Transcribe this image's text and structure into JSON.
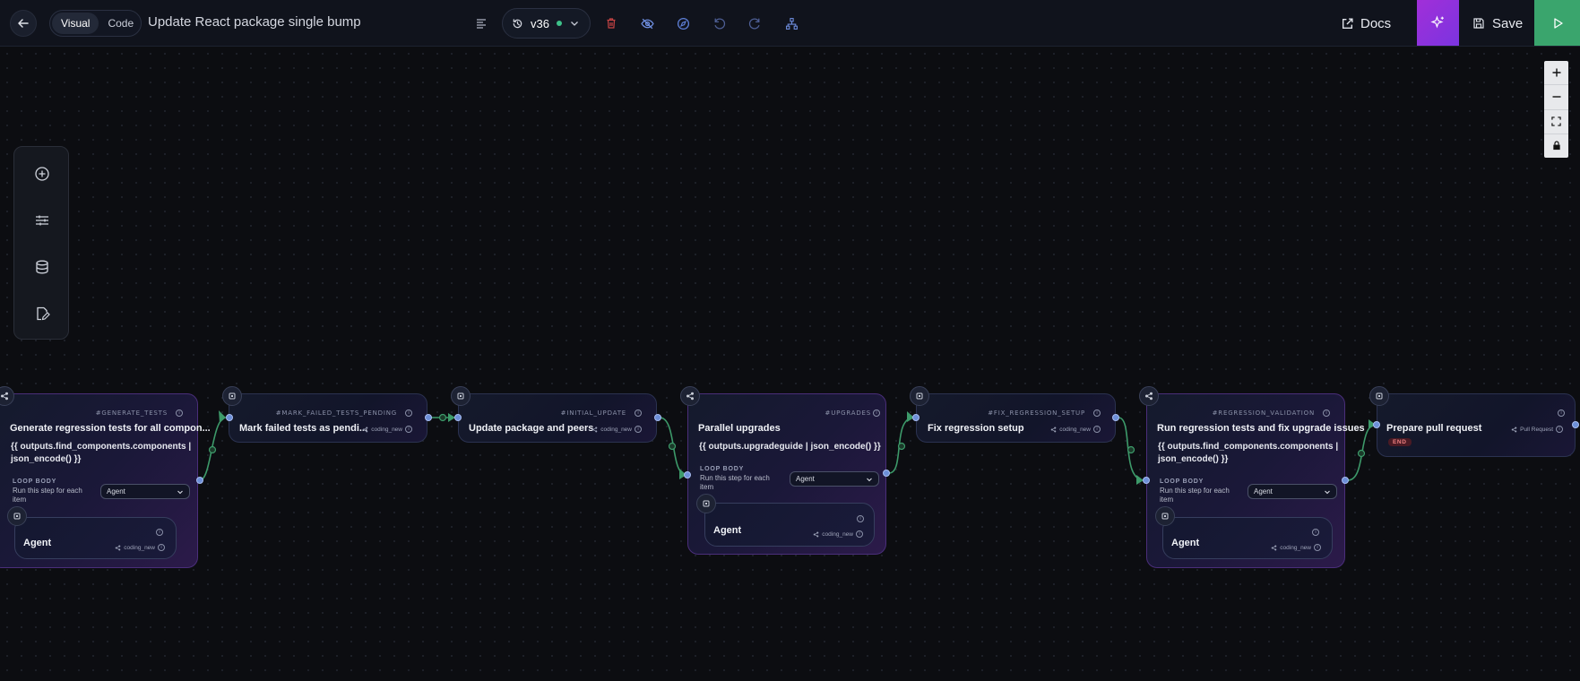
{
  "header": {
    "mode_visual": "Visual",
    "mode_code": "Code",
    "title": "Update React package single bump",
    "version": "v36",
    "docs_label": "Docs",
    "save_label": "Save"
  },
  "nodes": [
    {
      "id": "#GENERATE_TESTS",
      "title": "Generate regression tests for all compon...",
      "expr_line1": "{{ outputs.find_components.components |",
      "expr_line2": "json_encode() }}",
      "loop_label": "LOOP BODY",
      "loop_desc": "Run this step for each item",
      "select_value": "Agent",
      "inner_title": "Agent",
      "inner_tag": "coding_new"
    },
    {
      "id": "#MARK_FAILED_TESTS_PENDING",
      "title": "Mark failed tests as pendi...",
      "tag": "coding_new"
    },
    {
      "id": "#INITIAL_UPDATE",
      "title": "Update package and peers",
      "tag": "coding_new"
    },
    {
      "id": "#UPGRADES",
      "title": "Parallel upgrades",
      "expr_line1": "{{ outputs.upgradeguide | json_encode() }}",
      "loop_label": "LOOP BODY",
      "loop_desc": "Run this step for each item",
      "select_value": "Agent",
      "inner_title": "Agent",
      "inner_tag": "coding_new"
    },
    {
      "id": "#FIX_REGRESSION_SETUP",
      "title": "Fix regression setup",
      "tag": "coding_new"
    },
    {
      "id": "#REGRESSION_VALIDATION",
      "title": "Run regression tests and fix upgrade issues",
      "expr_line1": "{{ outputs.find_components.components |",
      "expr_line2": "json_encode() }}",
      "loop_label": "LOOP BODY",
      "loop_desc": "Run this step for each item",
      "select_value": "Agent",
      "inner_title": "Agent",
      "inner_tag": "coding_new"
    },
    {
      "title": "Prepare pull request",
      "tag": "Pull Request",
      "end_label": "END"
    }
  ],
  "colors": {
    "accent_purple": "#9b30d9",
    "run_green": "#3aa56d",
    "edge_green": "#3d9a6a",
    "port_blue": "#6d8fd8"
  },
  "icons": [
    "back-arrow-icon",
    "history-icon",
    "chevron-down-icon",
    "trash-icon",
    "eye-off-icon",
    "compass-icon",
    "undo-icon",
    "redo-icon",
    "hierarchy-icon",
    "external-link-icon",
    "sparkle-icon",
    "save-icon",
    "play-icon",
    "plus-icon",
    "minus-icon",
    "fit-view-icon",
    "lock-icon",
    "add-circle-icon",
    "sliders-icon",
    "database-icon",
    "edit-file-icon",
    "share-icon",
    "chip-icon",
    "info-icon"
  ]
}
